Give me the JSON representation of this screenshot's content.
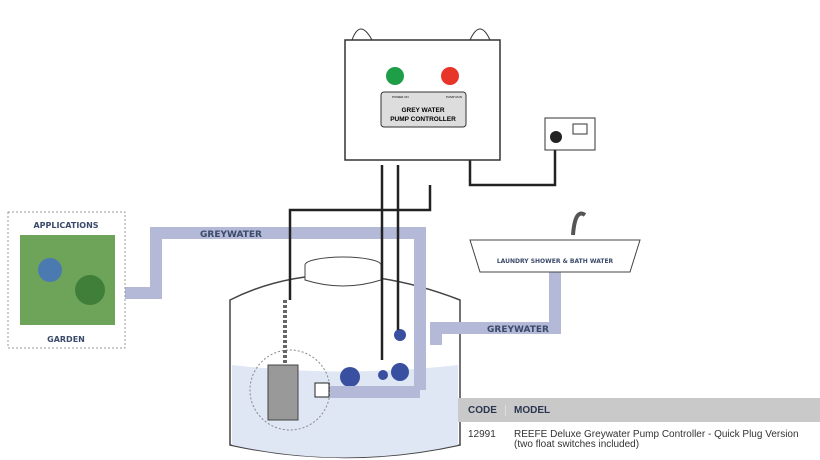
{
  "controller": {
    "title_line1": "GREY WATER",
    "title_line2": "PUMP CONTROLLER",
    "left_indicator": "POWER ON",
    "right_indicator": "PUMP RUN",
    "colors": {
      "power": "#1f9e48",
      "pump": "#e8352a"
    }
  },
  "applications": {
    "top_label": "APPLICATIONS",
    "bottom_label": "GARDEN"
  },
  "pipes": {
    "top_label": "GREYWATER",
    "sink_label": "GREYWATER",
    "color": "#b3b9d6"
  },
  "sink": {
    "label": "LAUNDRY SHOWER & BATH WATER"
  },
  "table": {
    "headers": [
      "CODE",
      "MODEL"
    ],
    "rows": [
      {
        "code": "12991",
        "model_line1": "REEFE Deluxe Greywater Pump Controller - Quick Plug Version",
        "model_line2": "(two float switches included)"
      }
    ]
  }
}
